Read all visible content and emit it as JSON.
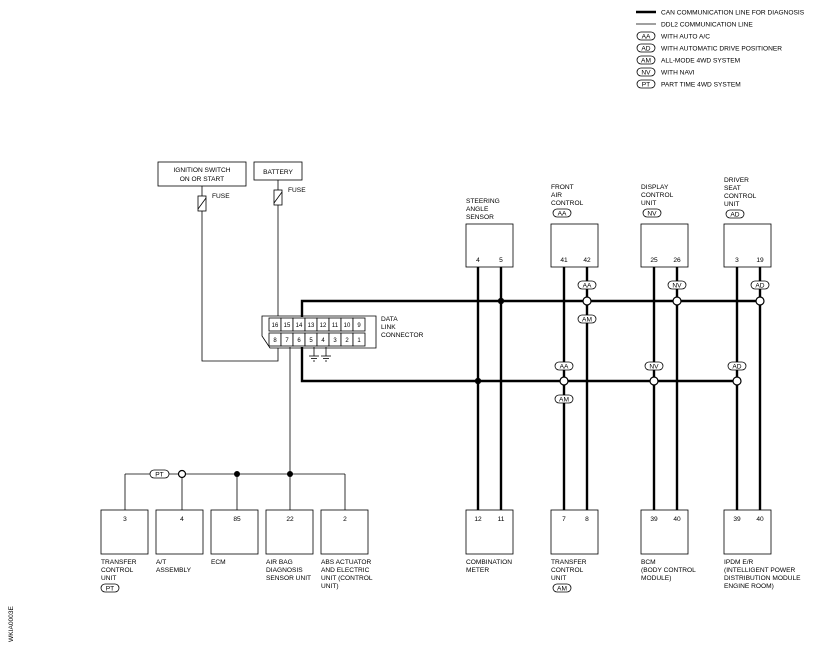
{
  "legend": {
    "can_line": "CAN COMMUNICATION LINE FOR DIAGNOSIS",
    "ddl2_line": "DDL2 COMMUNICATION LINE",
    "items": [
      {
        "code": "AA",
        "text": "WITH AUTO A/C"
      },
      {
        "code": "AD",
        "text": "WITH AUTOMATIC DRIVE POSITIONER"
      },
      {
        "code": "AM",
        "text": "ALL-MODE 4WD SYSTEM"
      },
      {
        "code": "NV",
        "text": "WITH NAVI"
      },
      {
        "code": "PT",
        "text": "PART TIME 4WD SYSTEM"
      }
    ]
  },
  "power": {
    "ignition_line1": "IGNITION SWITCH",
    "ignition_line2": "ON OR START",
    "battery": "BATTERY",
    "fuse": "FUSE"
  },
  "dlc": {
    "top_pins": [
      "16",
      "15",
      "14",
      "13",
      "12",
      "11",
      "10",
      "9"
    ],
    "bottom_pins": [
      "8",
      "7",
      "6",
      "5",
      "4",
      "3",
      "2",
      "1"
    ],
    "label_lines": [
      "DATA",
      "LINK",
      "CONNECTOR"
    ]
  },
  "top_units": [
    {
      "name_lines": [
        "STEERING",
        "ANGLE",
        "SENSOR"
      ],
      "pins": [
        "4",
        "5"
      ],
      "option": ""
    },
    {
      "name_lines": [
        "FRONT",
        "AIR",
        "CONTROL"
      ],
      "pins": [
        "41",
        "42"
      ],
      "option": "AA"
    },
    {
      "name_lines": [
        "DISPLAY",
        "CONTROL",
        "UNIT"
      ],
      "pins": [
        "25",
        "26"
      ],
      "option": "NV"
    },
    {
      "name_lines": [
        "DRIVER",
        "SEAT",
        "CONTROL",
        "UNIT"
      ],
      "pins": [
        "3",
        "19"
      ],
      "option": "AD"
    }
  ],
  "line_markers": {
    "upper": [
      "AA",
      "AM",
      "NV",
      "AD"
    ],
    "lower": [
      "AA",
      "AM",
      "NV",
      "AD"
    ]
  },
  "bottom_left_units": [
    {
      "pin": "3",
      "name_lines": [
        "TRANSFER",
        "CONTROL",
        "UNIT"
      ],
      "option": "PT"
    },
    {
      "pin": "4",
      "name_lines": [
        "A/T",
        "ASSEMBLY"
      ],
      "option": ""
    },
    {
      "pin": "85",
      "name_lines": [
        "ECM"
      ],
      "option": ""
    },
    {
      "pin": "22",
      "name_lines": [
        "AIR BAG",
        "DIAGNOSIS",
        "SENSOR UNIT"
      ],
      "option": ""
    },
    {
      "pin": "2",
      "name_lines": [
        "ABS ACTUATOR",
        "AND ELECTRIC",
        "UNIT (CONTROL",
        "UNIT)"
      ],
      "option": ""
    }
  ],
  "ddl_marker": "PT",
  "bottom_right_units": [
    {
      "pins": [
        "12",
        "11"
      ],
      "name_lines": [
        "COMBINATION",
        "METER"
      ],
      "option": ""
    },
    {
      "pins": [
        "7",
        "8"
      ],
      "name_lines": [
        "TRANSFER",
        "CONTROL",
        "UNIT"
      ],
      "option": "AM"
    },
    {
      "pins": [
        "39",
        "40"
      ],
      "name_lines": [
        "BCM",
        "(BODY CONTROL",
        "MODULE)"
      ],
      "option": ""
    },
    {
      "pins": [
        "39",
        "40"
      ],
      "name_lines": [
        "IPDM E/R",
        "(INTELLIGENT POWER",
        "DISTRIBUTION MODULE",
        "ENGINE ROOM)"
      ],
      "option": ""
    }
  ],
  "figure_code": "WKIA0003E"
}
